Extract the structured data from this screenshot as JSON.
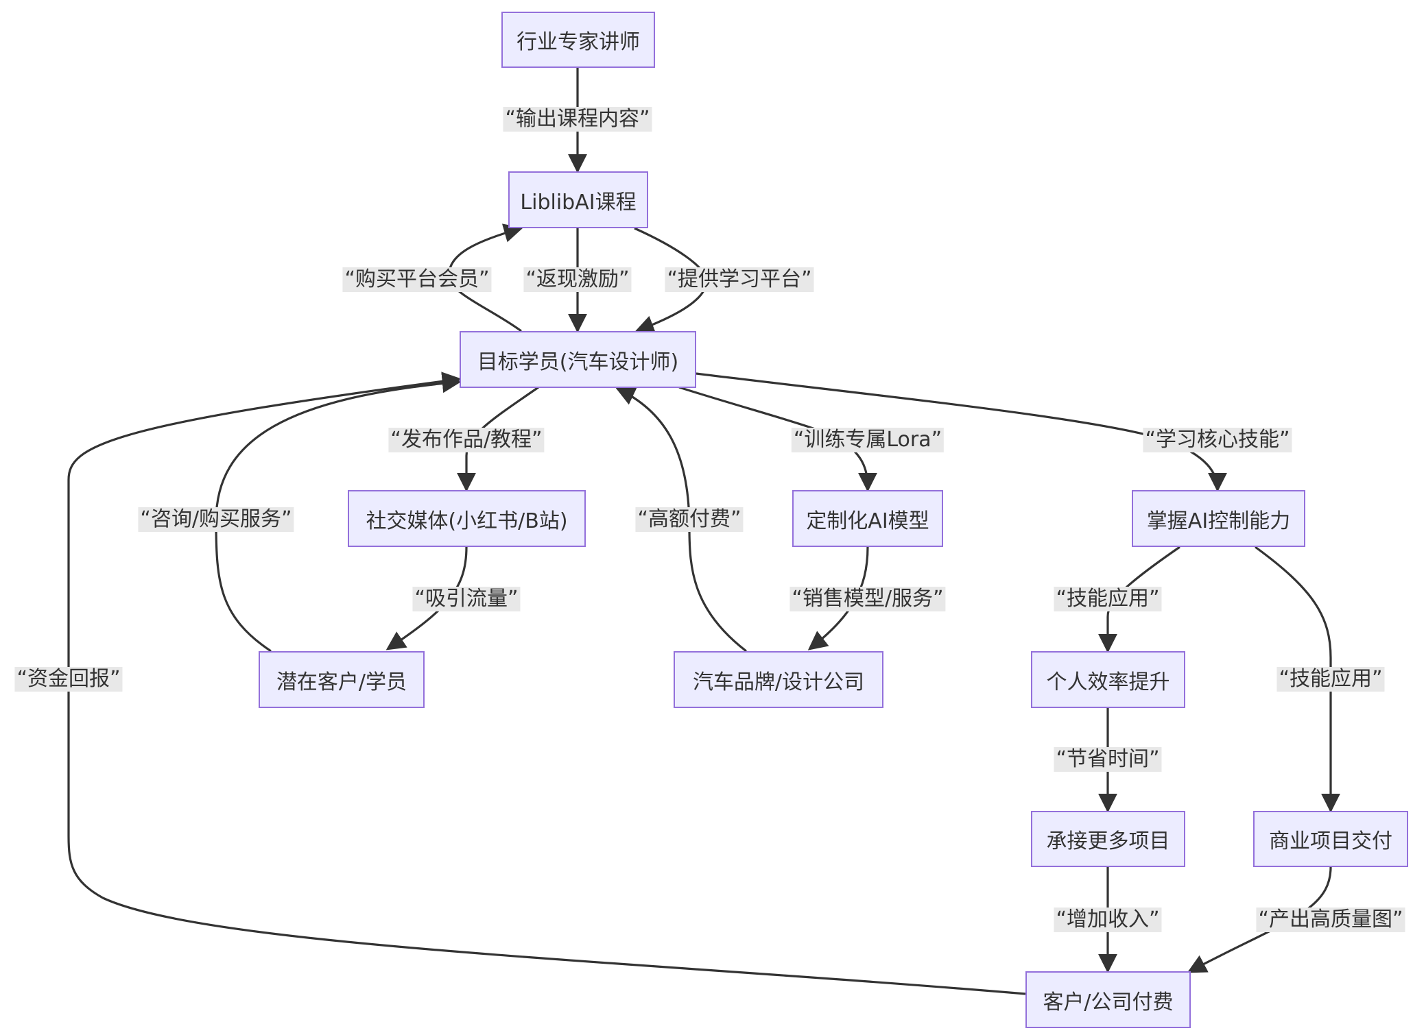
{
  "nodes": {
    "expert": "行业专家讲师",
    "course": "LiblibAI课程",
    "student": "目标学员(汽车设计师)",
    "social": "社交媒体(小红书/B站)",
    "model": "定制化AI模型",
    "skill": "掌握AI控制能力",
    "prospect": "潜在客户/学员",
    "brand": "汽车品牌/设计公司",
    "efficiency": "个人效率提升",
    "projects": "承接更多项目",
    "delivery": "商业项目交付",
    "payment": "客户/公司付费"
  },
  "edges": {
    "output_course": "“输出课程内容”",
    "buy_membership": "“购买平台会员”",
    "cashback": "“返现激励”",
    "provide_platform": "“提供学习平台”",
    "publish_works": "“发布作品/教程”",
    "train_lora": "“训练专属Lora”",
    "learn_skills": "“学习核心技能”",
    "consult_buy": "“咨询/购买服务”",
    "high_fee": "“高额付费”",
    "attract_traffic": "“吸引流量”",
    "sell_model": "“销售模型/服务”",
    "apply_skill_1": "“技能应用”",
    "apply_skill_2": "“技能应用”",
    "save_time": "“节省时间”",
    "increase_income": "“增加收入”",
    "high_quality": "“产出高质量图”",
    "fund_return": "“资金回报”"
  }
}
